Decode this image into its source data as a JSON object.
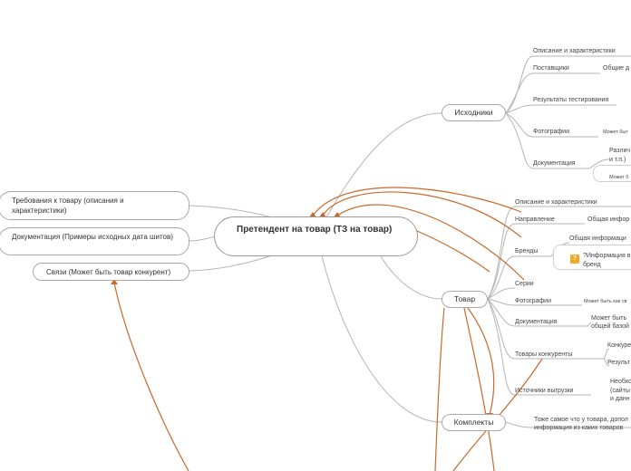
{
  "central": {
    "title": "Претендент на товар (ТЗ на товар)"
  },
  "left": {
    "requirements": "Требования к товару (описания и характеристики)",
    "documentation": "Документация (Примеры исходных дата шитов)",
    "links": "Связи (Может быть товар конкурент)"
  },
  "branches": {
    "sources": "Исходники",
    "product": "Товар",
    "kits": "Комплекты"
  },
  "sources_children": {
    "description": "Описание и характеристики",
    "suppliers": "Поставщики",
    "suppliers_note": "Общие д",
    "testing": "Результаты тестирования",
    "photos": "Фотографии",
    "photos_note": "Может быт",
    "docs": "Документация",
    "docs_note1": "Различ",
    "docs_note2": "и т.п.)",
    "docs_note3": "Может б"
  },
  "product_children": {
    "description": "Описание и характеристики",
    "direction": "Направление",
    "direction_note": "Общая инфор",
    "brands": "Бренды",
    "brands_note": "Общая информаци",
    "brands_note2a": "?Информация в",
    "brands_note2b": "бренд",
    "series": "Серии",
    "photos": "Фотографии",
    "photos_note": "Может быть как св",
    "docs": "Документация",
    "docs_note1": "Может быть",
    "docs_note2": "общей базой",
    "competitors": "Товары конкуренты",
    "competitors_note1": "Конкуре",
    "competitors_note2": "Результ",
    "export": "Источники выгрузки",
    "export_note1": "Необхо",
    "export_note2": "(сайты",
    "export_note3": "и данн"
  },
  "kits_children": {
    "note1": "Тоже самое что у товара, допол",
    "note2": "информация из каких товаров"
  },
  "colors": {
    "line": "#b5b5b5",
    "relation": "#c8692c"
  }
}
